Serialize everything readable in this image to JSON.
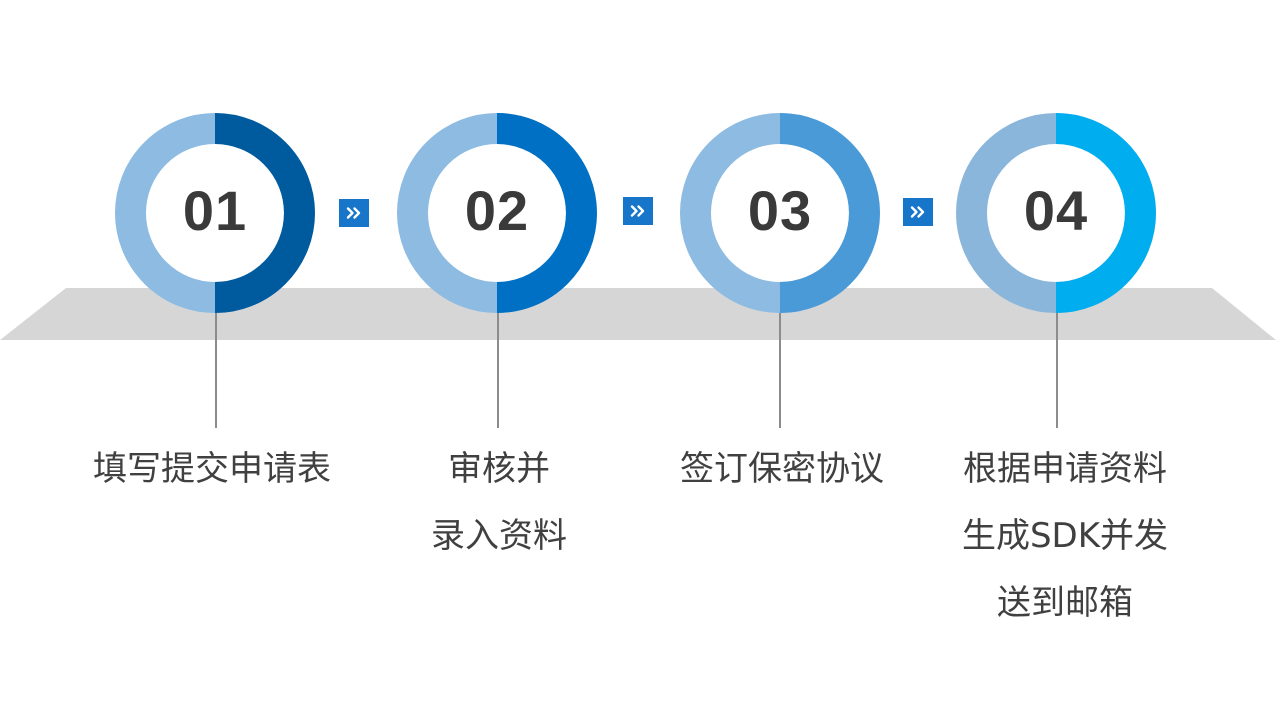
{
  "steps": [
    {
      "number": "01",
      "label_lines": [
        "填写提交申请表"
      ],
      "colors": {
        "light": "#8dbbe2",
        "dark": "#005a9e"
      }
    },
    {
      "number": "02",
      "label_lines": [
        "审核并",
        "录入资料"
      ],
      "colors": {
        "light": "#8dbbe2",
        "dark": "#0070c4"
      }
    },
    {
      "number": "03",
      "label_lines": [
        "签订保密协议"
      ],
      "colors": {
        "light": "#8dbbe2",
        "dark": "#4b9ad8"
      }
    },
    {
      "number": "04",
      "label_lines": [
        "根据申请资料",
        "生成SDK并发",
        "送到邮箱"
      ],
      "colors": {
        "light": "#8ab6dc",
        "dark": "#00aeef"
      }
    }
  ],
  "arrow_icon": "double-chevron-right-icon",
  "colors": {
    "platform": "#d6d6d6",
    "arrow_box": "#1776c9",
    "number_text": "#3a3a3a",
    "label_text": "#404040",
    "connector": "#8c8c8c"
  }
}
